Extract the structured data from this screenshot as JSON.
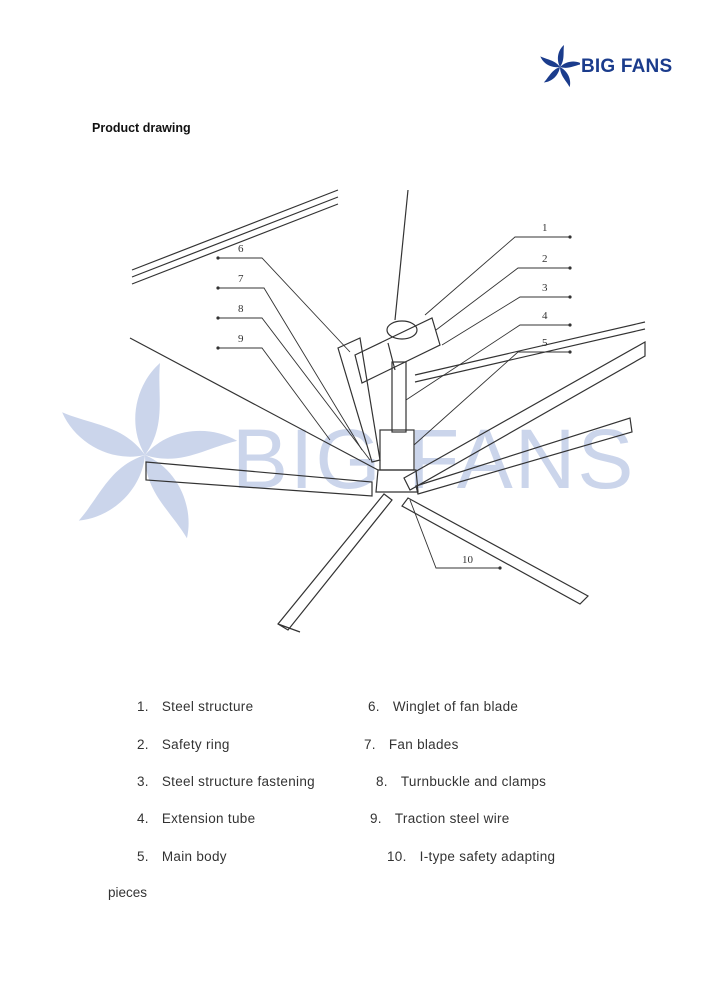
{
  "brand": {
    "name": "BIG FANS",
    "watermark": "BIG FANS",
    "accent": "#1b3c8c",
    "watermark_color": "#c9d3ea"
  },
  "heading": "Product drawing",
  "callouts": [
    "1",
    "2",
    "3",
    "4",
    "5",
    "6",
    "7",
    "8",
    "9",
    "10"
  ],
  "parts": [
    {
      "num": "1.",
      "name": "Steel structure"
    },
    {
      "num": "2.",
      "name": "Safety ring"
    },
    {
      "num": "3.",
      "name": "Steel structure fastening"
    },
    {
      "num": "4.",
      "name": "Extension tube"
    },
    {
      "num": "5.",
      "name": "Main  body"
    },
    {
      "num": "6.",
      "name": "Winglet  of  fan blade"
    },
    {
      "num": "7.",
      "name": "Fan  blades"
    },
    {
      "num": "8.",
      "name": "Turnbuckle  and  clamps"
    },
    {
      "num": "9.",
      "name": "Traction  steel wire"
    },
    {
      "num": "10.",
      "name": "I-type  safety  adapting"
    }
  ],
  "continuation": "pieces"
}
